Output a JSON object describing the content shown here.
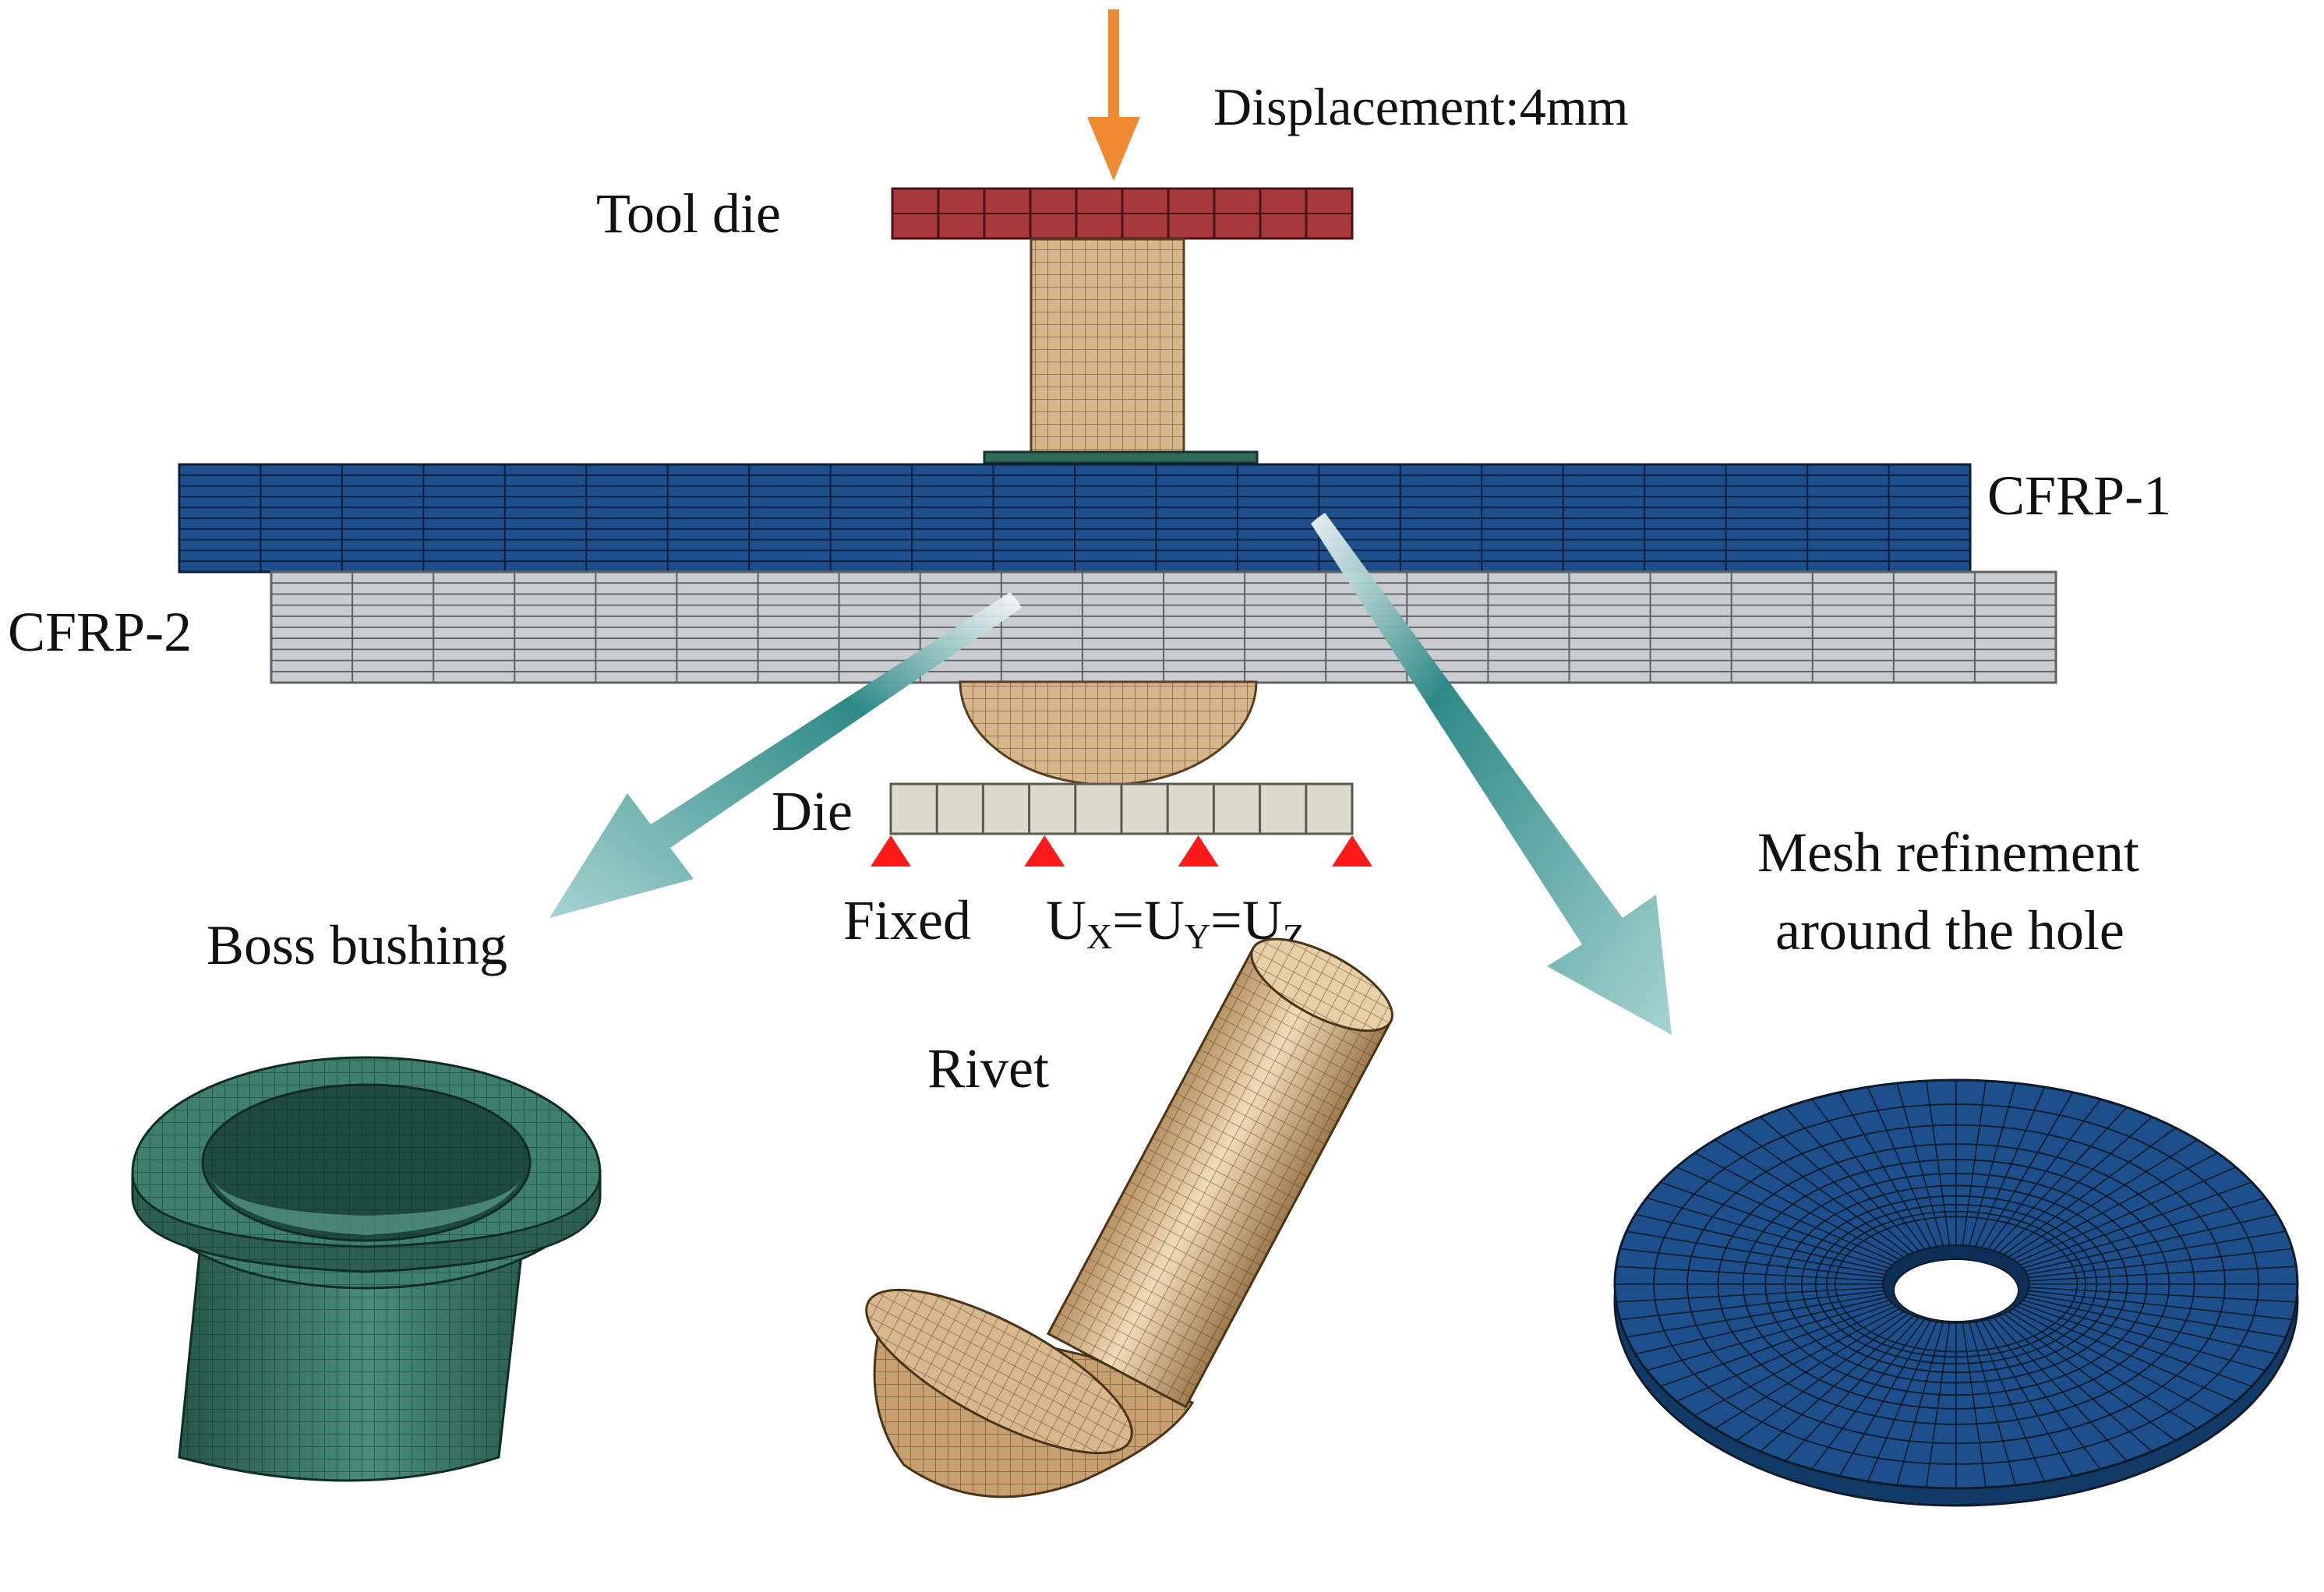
{
  "labels": {
    "displacement": "Displacement:4mm",
    "tool_die": "Tool die",
    "cfrp1": "CFRP-1",
    "cfrp2": "CFRP-2",
    "die": "Die",
    "fixed": "Fixed",
    "constraint": {
      "u": "U",
      "x": "X",
      "y": "Y",
      "z": "Z",
      "eq": "="
    },
    "boss_bushing": "Boss bushing",
    "rivet": "Rivet",
    "mesh_line1": "Mesh refinement",
    "mesh_line2": "around the hole"
  },
  "colors": {
    "load_arrow": "#ef8a32",
    "tool_die": "#a83a3e",
    "rivet": "#d9b88e",
    "rivet_dark": "#a9845a",
    "bushing": "#2f6b5a",
    "cfrp1": "#1c4f8c",
    "cfrp2": "#c9cdcf",
    "die": "#dcdccd",
    "support": "#ff1a1a",
    "callout_arrow": "#6fb2b0",
    "mesh_line": "#0d1b2a"
  },
  "counts": {
    "support_markers": 4
  }
}
